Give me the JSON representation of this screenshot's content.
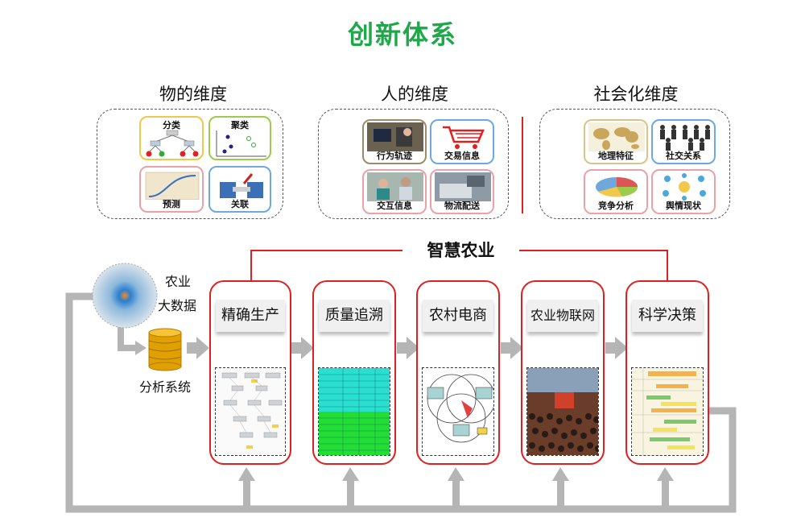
{
  "title": "创新体系",
  "dimensions": [
    {
      "title": "物的维度",
      "tiles": [
        "分类",
        "聚类",
        "预测",
        "关联"
      ]
    },
    {
      "title": "人的维度",
      "tiles": [
        "行为轨迹",
        "交易信息",
        "交互信息",
        "物流配送"
      ]
    },
    {
      "title": "社会化维度",
      "tiles": [
        "地理特征",
        "社交关系",
        "竞争分析",
        "舆情现状"
      ]
    }
  ],
  "hub": {
    "title": "智慧农业"
  },
  "source": {
    "line1": "农业",
    "line2": "大数据",
    "analysis": "分析系统"
  },
  "stages": [
    "精确生产",
    "质量追溯",
    "农村电商",
    "农业物联网",
    "科学决策"
  ],
  "colors": {
    "title_green": "#1fa84a",
    "stage_border": "#e02020",
    "arrow_gray": "#b5b5b5",
    "tile_yellow": "#f1c84a",
    "tile_green": "#9dcc4a",
    "tile_pink": "#e8a2a8",
    "tile_blue": "#6fa8dc"
  }
}
